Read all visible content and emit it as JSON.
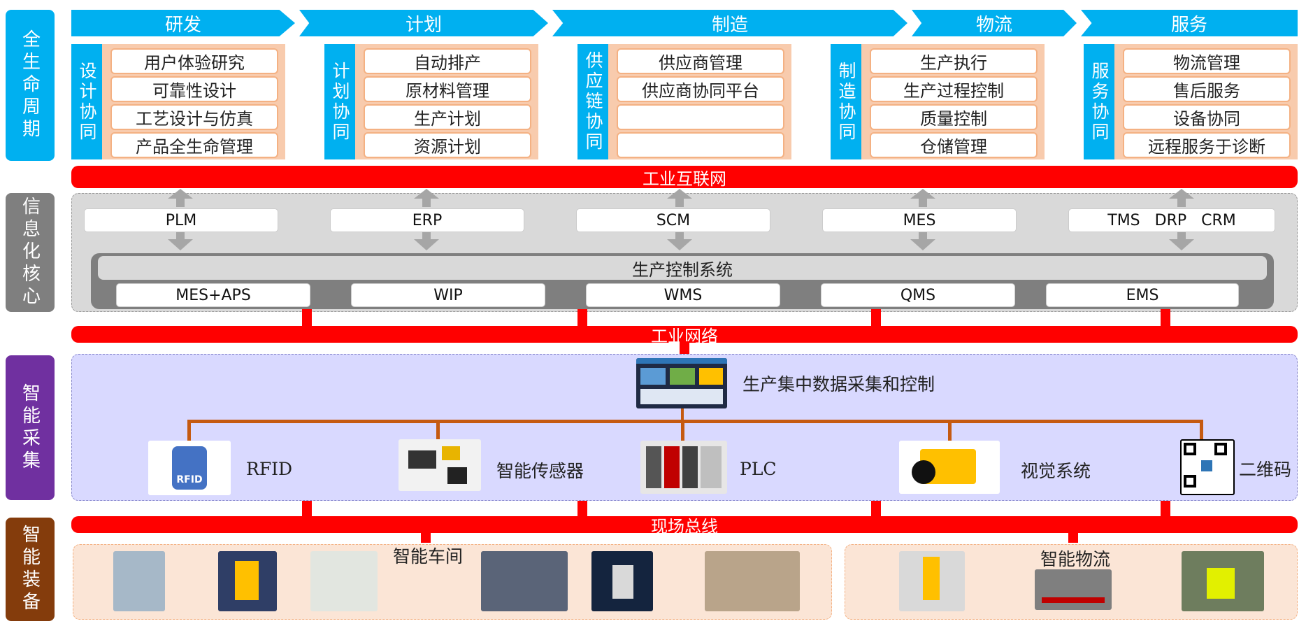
{
  "side_labels": {
    "lifecycle": "全生命周期",
    "info_core": "信息化核心",
    "smart_collect": "智能采集",
    "smart_equip": "智能装备"
  },
  "stages": [
    "研发",
    "计划",
    "制造",
    "物流",
    "服务"
  ],
  "collab_groups": [
    {
      "label": "设计协同",
      "items": [
        "用户体验研究",
        "可靠性设计",
        "工艺设计与仿真",
        "产品全生命管理"
      ]
    },
    {
      "label": "计划协同",
      "items": [
        "自动排产",
        "原材料管理",
        "生产计划",
        "资源计划"
      ]
    },
    {
      "label": "供应链协同",
      "items": [
        "供应商管理",
        "供应商协同平台",
        "",
        ""
      ]
    },
    {
      "label": "制造协同",
      "items": [
        "生产执行",
        "生产过程控制",
        "质量控制",
        "仓储管理"
      ]
    },
    {
      "label": "服务协同",
      "items": [
        "物流管理",
        "售后服务",
        "设备协同",
        "远程服务于诊断"
      ]
    }
  ],
  "buses": {
    "industrial_internet": "工业互联网",
    "industrial_network": "工业网络",
    "field_bus": "现场总线"
  },
  "systems_top": [
    "PLM",
    "ERP",
    "SCM",
    "MES",
    "TMS   DRP   CRM"
  ],
  "production_control": {
    "title": "生产控制系统",
    "items": [
      "MES+APS",
      "WIP",
      "WMS",
      "QMS",
      "EMS"
    ]
  },
  "collection": {
    "title": "生产集中数据采集和控制",
    "devices": [
      "RFID",
      "智能传感器",
      "PLC",
      "视觉系统",
      "二维码"
    ]
  },
  "equipment": {
    "workshop": "智能车间",
    "logistics": "智能物流"
  },
  "colors": {
    "cyan": "#00b0f0",
    "red": "#ff0000",
    "grey_side": "#7f7f7f",
    "purple_side": "#7030a0",
    "brown_side": "#843c0c",
    "salmon": "#f8cbad",
    "lavender": "#d9d9ff"
  }
}
